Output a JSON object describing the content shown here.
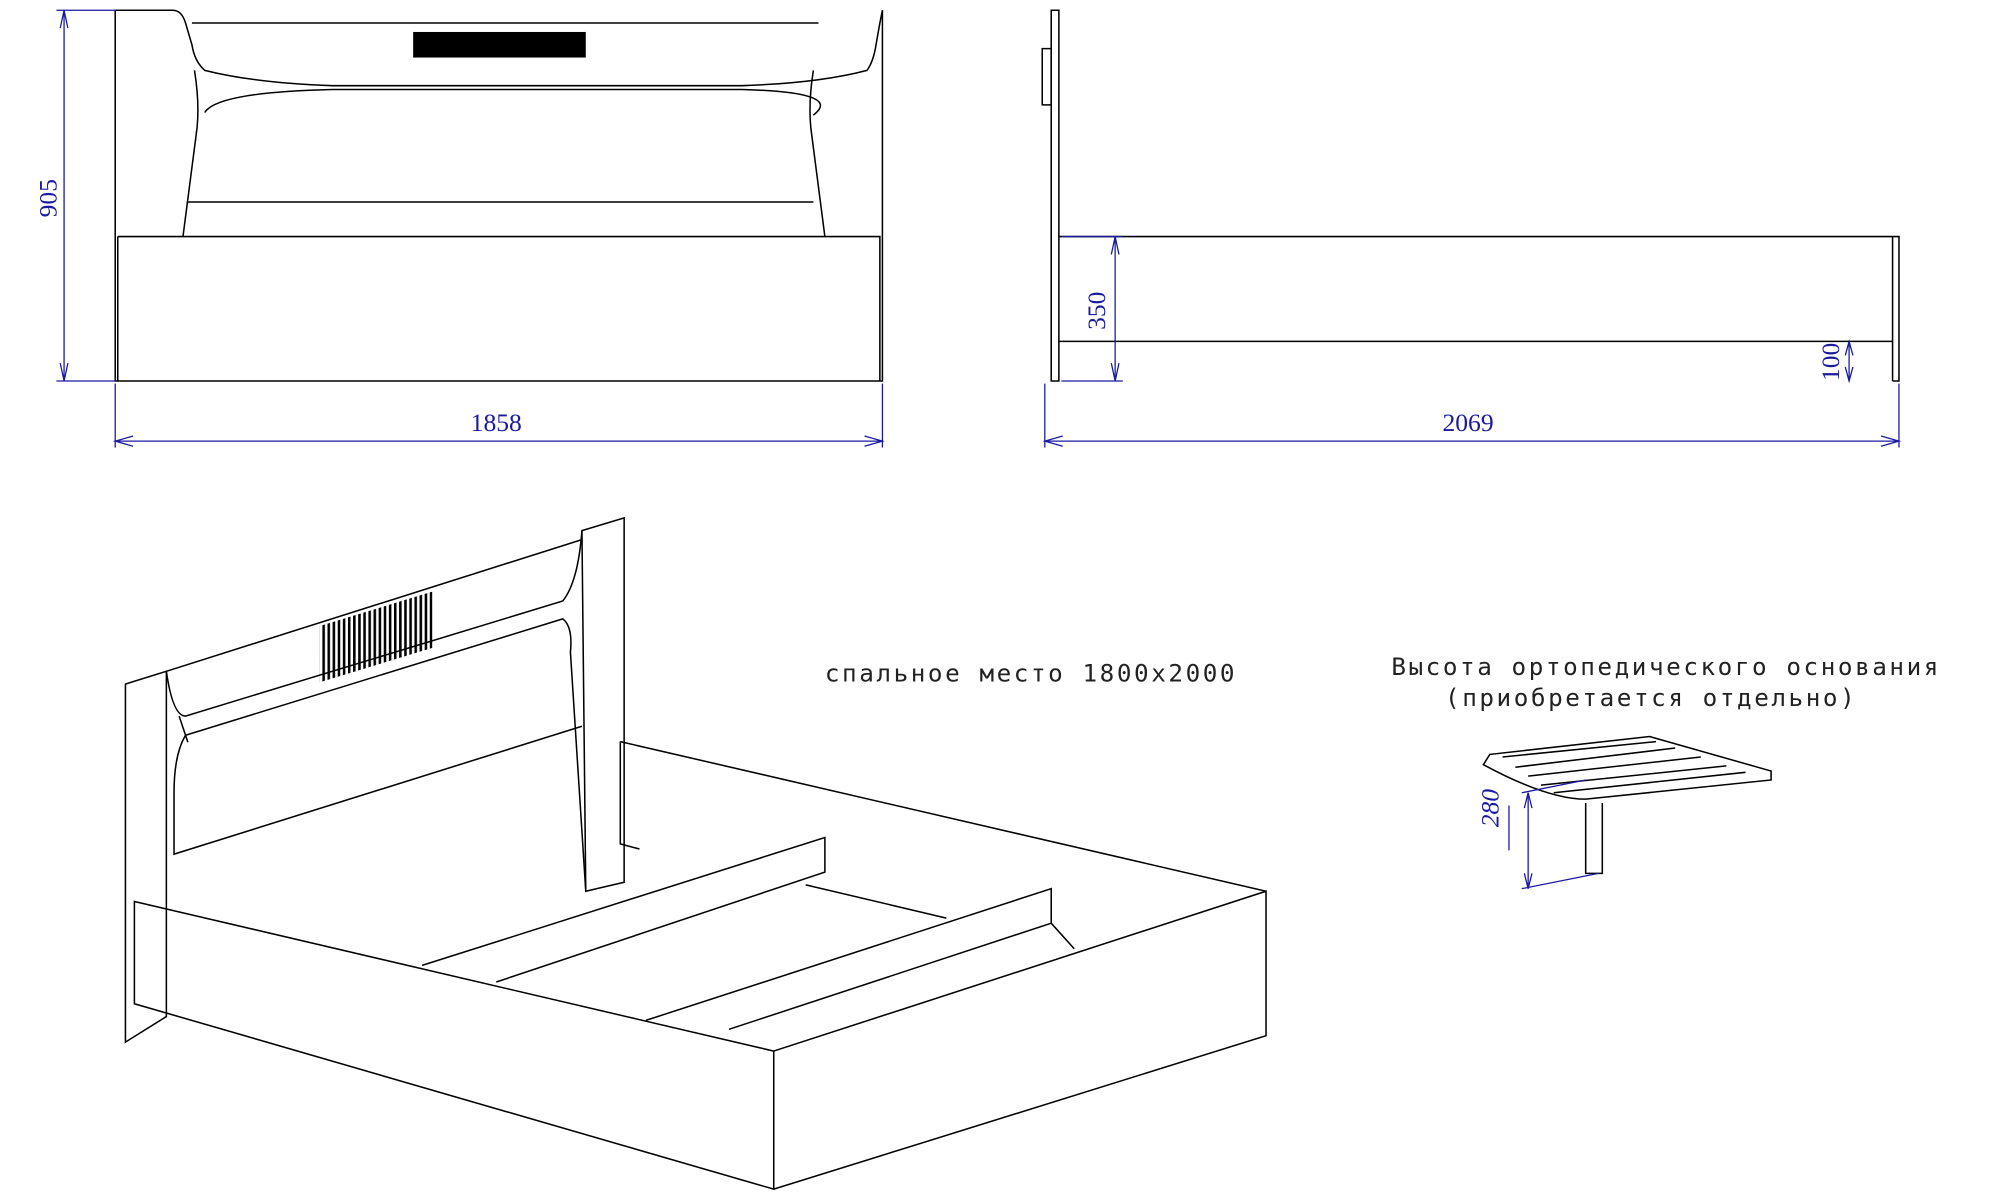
{
  "front_view": {
    "height_dim": "905",
    "width_dim": "1858"
  },
  "side_view": {
    "height_dim": "350",
    "leg_dim": "100",
    "length_dim": "2069"
  },
  "iso_view": {
    "sleeping_area_label": "спальное место 1800х2000"
  },
  "base_note": {
    "line1": "Высота ортопедического основания",
    "line2": "(приобретается отдельно)",
    "height_dim": "280"
  },
  "colors": {
    "dimension": "#1a1aa0",
    "line": "#000000"
  }
}
